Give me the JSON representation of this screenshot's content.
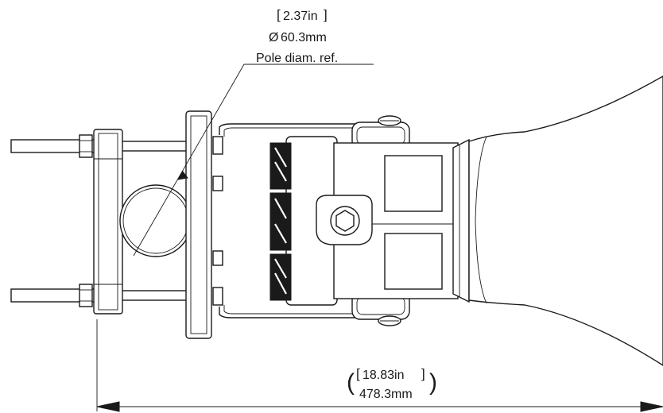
{
  "pole_dimension": {
    "imperial": "2.37in",
    "metric_symbol": "Ø",
    "metric_value": "60.3mm",
    "note": "Pole diam. ref."
  },
  "length_dimension": {
    "imperial": "18.83in",
    "metric": "478.3mm"
  },
  "colors": {
    "line": "#1a1a1a",
    "background": "#ffffff"
  }
}
